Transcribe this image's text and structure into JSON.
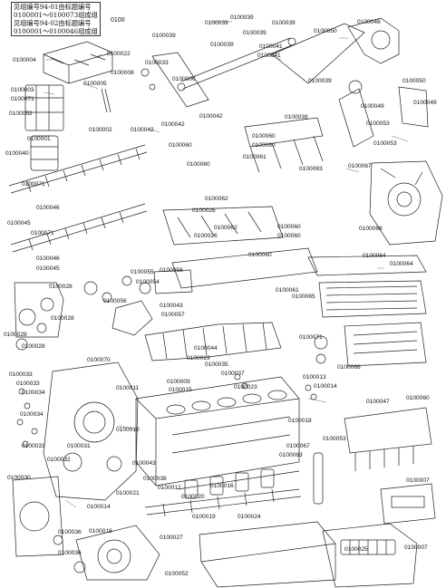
{
  "header_note": {
    "lines": [
      "见组编号94-01由标题编号",
      "0100001～0100073组成组",
      "见组编号94-02由标题编号",
      "0100001～0100046组成组"
    ],
    "tag": "0100"
  },
  "callouts": [
    "0100004",
    "0100005",
    "0100003",
    "0100071",
    "0100002",
    "0100002",
    "0100001",
    "0100040",
    "0100071",
    "0100045",
    "0100046",
    "0100071",
    "0100046",
    "0100045",
    "0100028",
    "0100028",
    "0100028",
    "0100028",
    "0100033",
    "0100033",
    "0100034",
    "0100034",
    "0100033",
    "0100031",
    "0100030",
    "0100032",
    "0100014",
    "0100036",
    "0100036",
    "0100018",
    "0100022",
    "0100008",
    "0100033",
    "0100039",
    "0100039",
    "0100039",
    "0100039",
    "0100039",
    "0100039",
    "0100041",
    "0100041",
    "0100006",
    "0100042",
    "0100042",
    "0100042",
    "0100060",
    "0100060",
    "0100060",
    "0100061",
    "0100062",
    "0100026",
    "0100062",
    "0100026",
    "0100055",
    "0100058",
    "0100054",
    "0100056",
    "0100043",
    "0100057",
    "0100060",
    "0100060",
    "0100061",
    "0100050",
    "0100048",
    "0100050",
    "0100039",
    "0100049",
    "0100049",
    "0100053",
    "0100053",
    "0100063",
    "0100067",
    "0100068",
    "0100064",
    "0100064",
    "0100066",
    "0100071",
    "0100013",
    "0100014",
    "0100018",
    "0100067",
    "0100063",
    "0100007",
    "0100007",
    "0100053",
    "0100025",
    "0100024",
    "0100019",
    "0100016",
    "0100020",
    "0100021",
    "0100052",
    "0100012",
    "0100038",
    "0100043",
    "0100010",
    "0100011",
    "0100009",
    "0100015",
    "0100029",
    "0100035",
    "0100037",
    "0100060",
    "0100047",
    "0100065",
    "0100070",
    "0100044",
    "0100023",
    "0100027",
    "0100060",
    "0100060",
    "0100039"
  ]
}
